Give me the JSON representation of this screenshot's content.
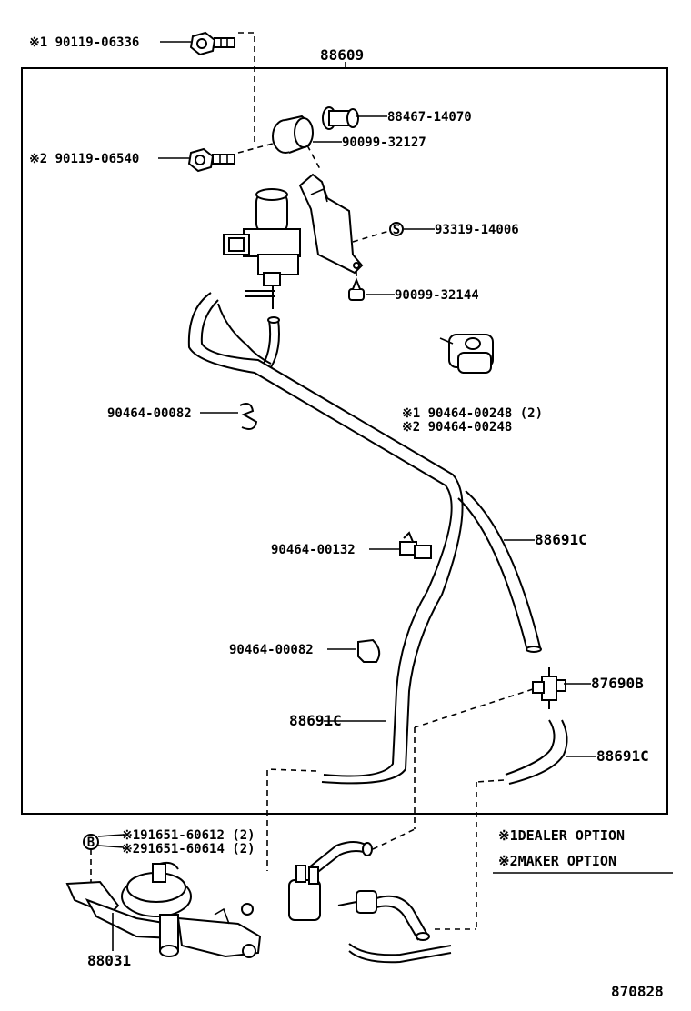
{
  "assembly_number": "88609",
  "labels": {
    "bolt_dealer": "※1 90119-06336",
    "bolt_maker": "※2 90119-06540",
    "pin": "88467-14070",
    "cushion": "90099-32127",
    "screw": "93319-14006",
    "grommet": "90099-32144",
    "clamp_upper": "90464-00082",
    "clip_dealer": "※1 90464-00248 (2)",
    "clip_maker": "※2 90464-00248",
    "clamp_mid": "90464-00132",
    "clamp_lower": "90464-00082",
    "hose_right": "88691C",
    "hose_left": "88691C",
    "tee": "87690B",
    "hose_short": "88691C",
    "actuator_nut_dealer": "※191651-60612 (2)",
    "actuator_nut_maker": "※291651-60614 (2)",
    "actuator": "88031",
    "nut_symbol": "B",
    "screw_symbol": "S"
  },
  "legend": {
    "dealer": "※1DEALER OPTION",
    "maker": "※2MAKER OPTION"
  },
  "figure_number": "870828"
}
